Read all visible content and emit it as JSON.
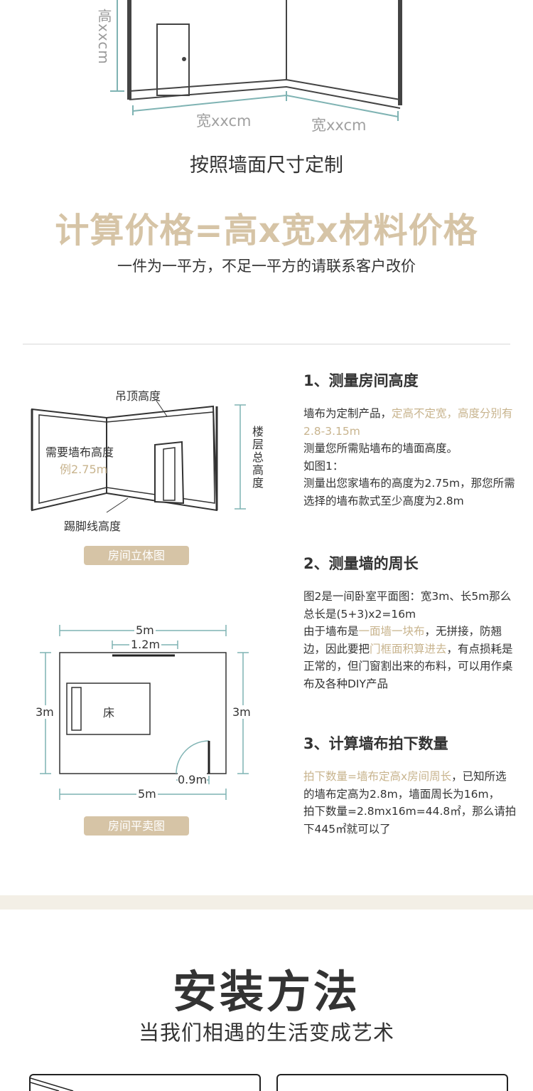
{
  "top": {
    "height_label": "高xxcm",
    "width_label_1": "宽xxcm",
    "width_label_2": "宽xxcm",
    "caption": "按照墙面尺寸定制",
    "headline": "计算价格=高x宽x材料价格",
    "subline": "一件为一平方，不足一平方的请联系客户改价"
  },
  "diagram1": {
    "ceiling_label": "吊顶高度",
    "wall_height_label": "需要墙布高度",
    "wall_height_example": "例2.75m",
    "floor_height_label": "楼层总高度",
    "skirting_label": "踢脚线高度",
    "caption": "房间立体图"
  },
  "diagram2": {
    "top_width": "5m",
    "window_width": "1.2m",
    "left_height": "3m",
    "right_height": "3m",
    "bed_label": "床",
    "door_width": "0.9m",
    "bottom_width": "5m",
    "caption": "房间平卖图"
  },
  "step1": {
    "title": "1、测量房间高度",
    "p1_a": "墙布为定制产品，",
    "p1_hl": "定高不定宽，高度分别有2.8-3.15m",
    "p2": "测量您所需贴墙布的墙面高度。",
    "p3": "如图1：",
    "p4": "测量出您家墙布的高度为2.75m，那您所需选择的墙布款式至少高度为2.8m"
  },
  "step2": {
    "title": "2、测量墙的周长",
    "p1": "图2是一间卧室平面图：宽3m、长5m那么总长是(5+3)x2=16m",
    "p2_a": "由于墙布是",
    "p2_hl1": "一面墙一块布",
    "p2_b": "，无拼接，防翘边，因此要把",
    "p2_hl2": "门框面积算进去",
    "p2_c": "，有点损耗是正常的，但门窗割出来的布料，可以用作桌布及各种DIY产品"
  },
  "step3": {
    "title": "3、计算墙布拍下数量",
    "p1_hl": "拍下数量=墙布定高x房间周长",
    "p1_b": "，已知所选的墙布定高为2.8m，墙面周长为16m，",
    "p2": "拍下数量=2.8mx16m=44.8㎡，那么请拍下445㎡就可以了"
  },
  "install": {
    "title": "安装方法",
    "subtitle": "当我们相遇的生活变成艺术"
  },
  "colors": {
    "accent": "#d6c4a6",
    "highlight_text": "#c8b48e",
    "dimension_line": "#7fb3b3",
    "band": "#f3efe6"
  }
}
